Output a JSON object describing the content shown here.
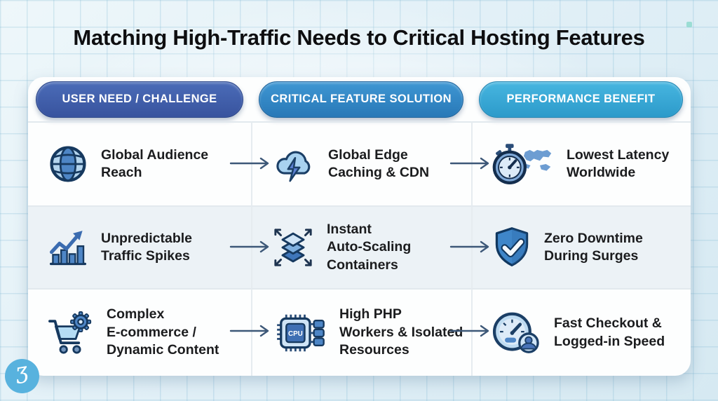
{
  "page": {
    "title": "Matching High-Traffic Needs to Critical Hosting Features"
  },
  "table": {
    "columns": [
      {
        "id": "need",
        "header": "USER NEED / CHALLENGE",
        "color_top": "#4b6cb8",
        "color": "#38539e",
        "color_edge": "#2c4689"
      },
      {
        "id": "solution",
        "header": "CRITICAL FEATURE SOLUTION",
        "color_top": "#3f97d3",
        "color": "#2878b7",
        "color_edge": "#1f649c"
      },
      {
        "id": "benefit",
        "header": "PERFORMANCE BENEFIT",
        "color_top": "#47b6e0",
        "color": "#2c9aca",
        "color_edge": "#2386b2"
      }
    ],
    "rows": [
      {
        "need": {
          "icon": "globe-icon",
          "label": "Global Audience\nReach"
        },
        "solution": {
          "icon": "cloud-lightning-icon",
          "label": "Global Edge\nCaching & CDN"
        },
        "benefit": {
          "icon": "stopwatch-world-map-icon",
          "label": "Lowest Latency\nWorldwide"
        }
      },
      {
        "need": {
          "icon": "traffic-spike-chart-icon",
          "label": "Unpredictable\nTraffic Spikes"
        },
        "solution": {
          "icon": "auto-scaling-layers-icon",
          "label": "Instant\nAuto-Scaling\nContainers"
        },
        "benefit": {
          "icon": "shield-check-icon",
          "label": "Zero Downtime\nDuring Surges"
        }
      },
      {
        "need": {
          "icon": "cart-gear-icon",
          "label": "Complex\nE-commerce /\nDynamic Content"
        },
        "solution": {
          "icon": "cpu-chip-icon",
          "label": "High PHP\nWorkers & Isolated\nResources",
          "chip_label": "CPU"
        },
        "benefit": {
          "icon": "speedometer-user-icon",
          "label": "Fast Checkout &\nLogged-in Speed"
        }
      }
    ]
  },
  "branding": {
    "logo_glyph": "Ʒ"
  },
  "colors": {
    "arrow": "#3d5878",
    "row_alt": "#ecf2f6",
    "logo_circle": "#58b2de"
  }
}
